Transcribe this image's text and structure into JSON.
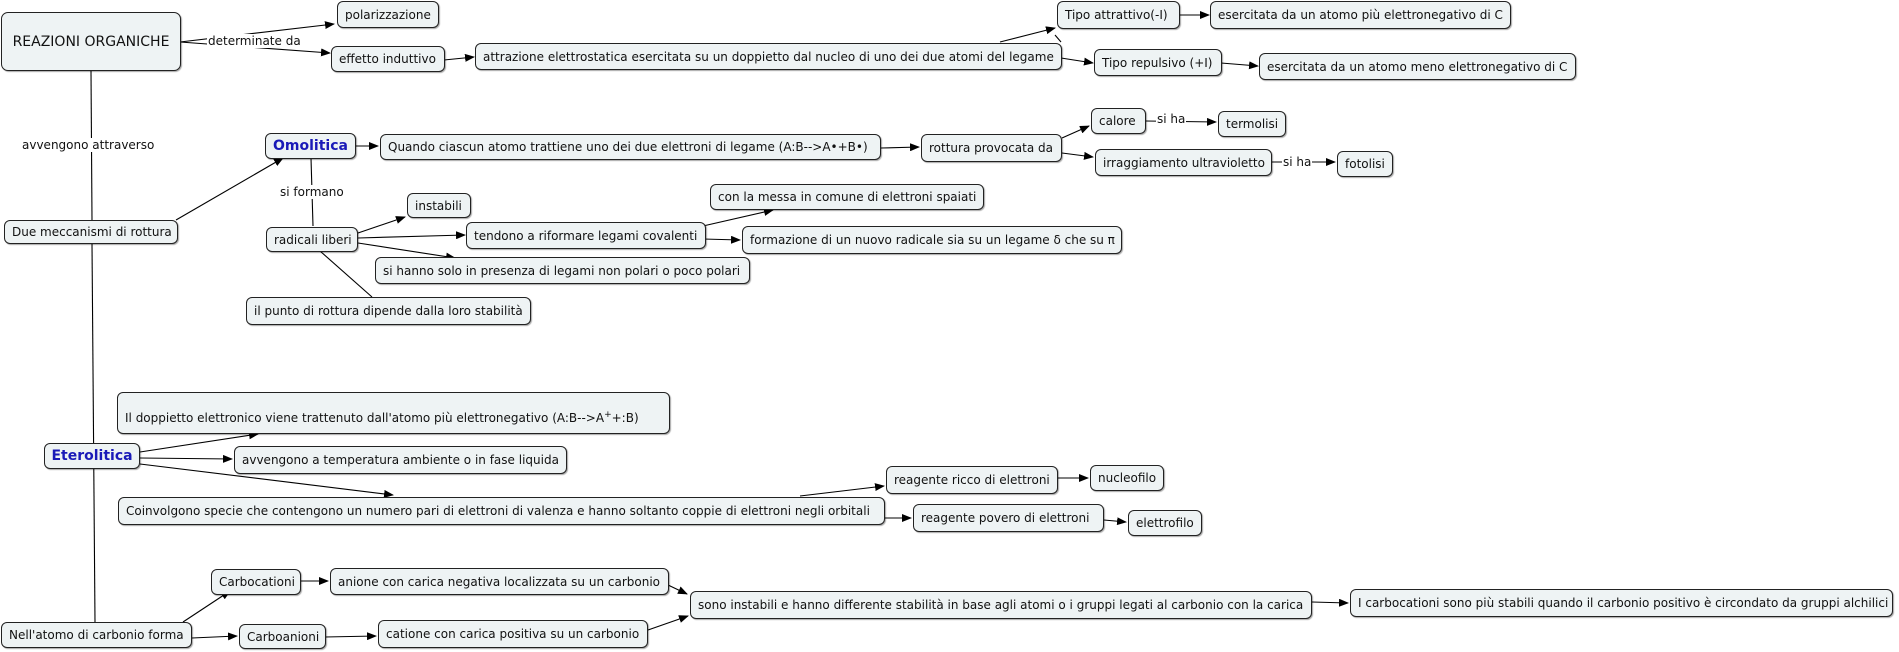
{
  "nodes": {
    "reazioni": "REAZIONI ORGANICHE",
    "polarizzazione": "polarizzazione",
    "effetto_induttivo": "effetto induttivo",
    "attrazione": "attrazione elettrostatica esercitata su un doppietto dal nucleo di uno dei due atomi del legame",
    "tipo_attrattivo": "Tipo attrattivo(-I)",
    "esercitata_piu": "esercitata da un atomo più elettronegativo di C",
    "tipo_repulsivo": "Tipo repulsivo (+I)",
    "esercitata_meno": "esercitata da un atomo meno elettronegativo di C",
    "due_meccanismi": "Due meccanismi di rottura",
    "omolitica": "Omolitica",
    "quando_ciascun": "Quando ciascun atomo trattiene uno dei due elettroni di legame (A:B-->A•+B•)",
    "rottura_provocata": "rottura provocata da",
    "calore": "calore",
    "termolisi": "termolisi",
    "irraggiamento": "irraggiamento ultravioletto",
    "fotolisi": "fotolisi",
    "radicali_liberi": "radicali liberi",
    "instabili": "instabili",
    "tendono": "tendono a riformare legami covalenti",
    "con_la_messa": "con la messa in comune di elettroni spaiati",
    "formazione": "formazione di un nuovo radicale sia su un legame δ che su π",
    "si_hanno_solo": "si hanno solo in presenza di legami non polari o poco polari",
    "punto_rottura": "il punto di rottura dipende dalla loro stabilità",
    "eterolitica": "Eterolitica",
    "doppietto_pre": "Il doppietto elettronico viene trattenuto dall'atomo più elettronegativo (A:B-->A",
    "doppietto_sup": "+",
    "doppietto_post": "+:B)",
    "avvengono_temp": "avvengono a temperatura ambiente o in fase liquida",
    "coinvolgono": "Coinvolgono specie che contengono un numero pari di elettroni di valenza e hanno soltanto coppie di elettroni negli orbitali",
    "reagente_ricco": "reagente ricco di elettroni",
    "nucleofilo": "nucleofilo",
    "reagente_povero": "reagente povero di elettroni",
    "elettrofilo": "elettrofilo",
    "nellatomo": "Nell'atomo di carbonio forma",
    "carbocationi": "Carbocationi",
    "carboanioni": "Carboanioni",
    "anione": "anione con carica negativa localizzata su un carbonio",
    "catione": "catione con carica positiva su un carbonio",
    "sono_instabili": "sono instabili e hanno differente stabilità in base agli atomi o i gruppi legati al carbonio con la carica",
    "i_carbocationi": "I carbocationi sono più stabili quando il carbonio positivo è circondato da gruppi alchilici"
  },
  "links": {
    "determinate_da": "determinate da",
    "avvengono_attraverso": "avvengono attraverso",
    "si_formano": "si formano",
    "si_ha_1": "si ha",
    "si_ha_2": "si ha"
  },
  "colors": {
    "emphasis": "#1a1ab8",
    "node_fill": "#eef3f4",
    "border": "#222222"
  }
}
